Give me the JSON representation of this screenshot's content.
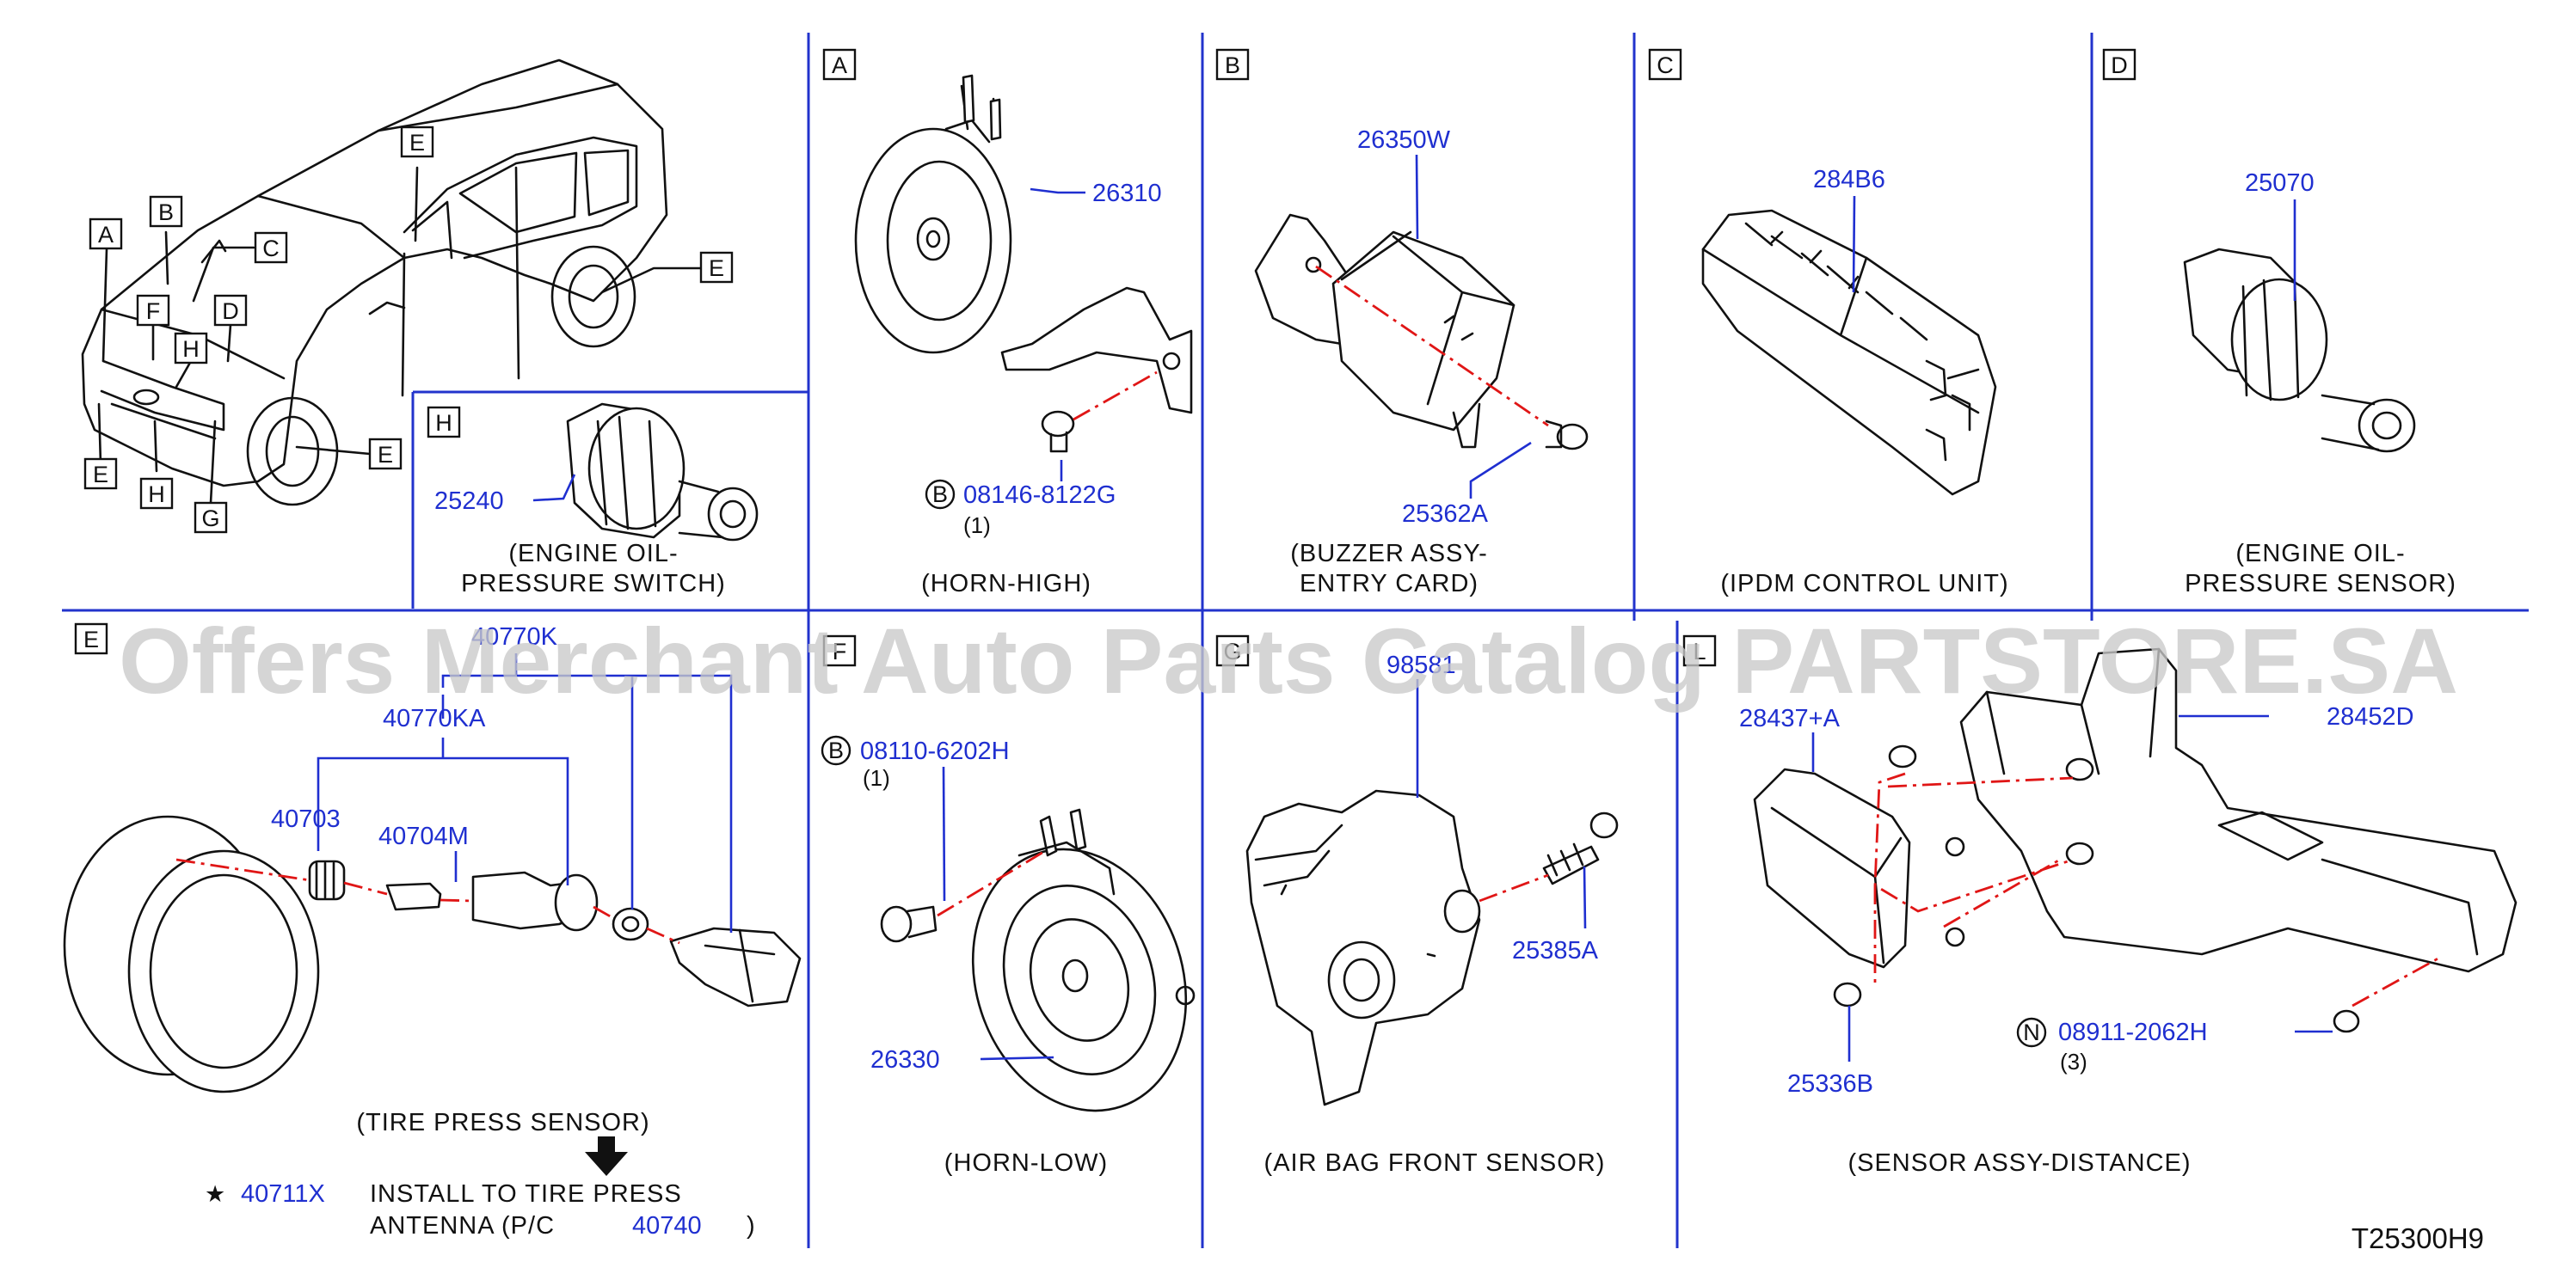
{
  "watermark": "Offers Merchant Auto Parts Catalog PARTSTORE.SA",
  "diagram_id": "T25300H9",
  "vehicle_callouts": [
    "A",
    "B",
    "C",
    "D",
    "E",
    "F",
    "G",
    "H"
  ],
  "sections": {
    "A": {
      "letter": "A",
      "caption": "(HORN-HIGH)",
      "part_main": "26310",
      "bolt_mark": "B",
      "bolt_part": "08146-8122G",
      "bolt_qty": "(1)"
    },
    "B": {
      "letter": "B",
      "caption_1": "(BUZZER   ASSY-",
      "caption_2": "ENTRY   CARD)",
      "part_main": "26350W",
      "bolt_part": "25362A"
    },
    "C": {
      "letter": "C",
      "caption": "(IPDM   CONTROL   UNIT)",
      "part_main": "284B6"
    },
    "D": {
      "letter": "D",
      "caption_1": "(ENGINE   OIL-",
      "caption_2": "PRESSURE   SENSOR)",
      "part_main": "25070"
    },
    "H": {
      "letter": "H",
      "caption_1": "(ENGINE   OIL-",
      "caption_2": "PRESSURE   SWITCH)",
      "part_main": "25240"
    },
    "E": {
      "letter": "E",
      "part_assy": "40770K",
      "part_sub": "40770KA",
      "part_cap": "40703",
      "part_valve": "40704M",
      "caption": "(TIRE   PRESS   SENSOR)",
      "note_star": "★",
      "note_part": "40711X",
      "note_line1": "INSTALL   TO   TIRE   PRESS",
      "note_line2": "ANTENNA   (P/C",
      "note_part2": "40740",
      "note_close": ")"
    },
    "F": {
      "letter": "F",
      "caption": "(HORN-LOW)",
      "part_main": "26330",
      "bolt_mark": "B",
      "bolt_part": "08110-6202H",
      "bolt_qty": "(1)"
    },
    "G": {
      "letter": "G",
      "caption": "(AIR   BAG   FRONT   SENSOR)",
      "part_main": "98581",
      "bolt_part": "25385A"
    },
    "L": {
      "letter": "L",
      "caption": "(SENSOR   ASSY-DISTANCE)",
      "part_unit": "28437+A",
      "part_bracket": "28452D",
      "part_nut": "25336B",
      "nut_mark": "N",
      "nut_part": "08911-2062H",
      "nut_qty": "(3)"
    }
  },
  "colors": {
    "part_number": "#1f2fd0",
    "grid": "#2233cc",
    "dash": "#e01616",
    "watermark": "#c9c9c9"
  }
}
